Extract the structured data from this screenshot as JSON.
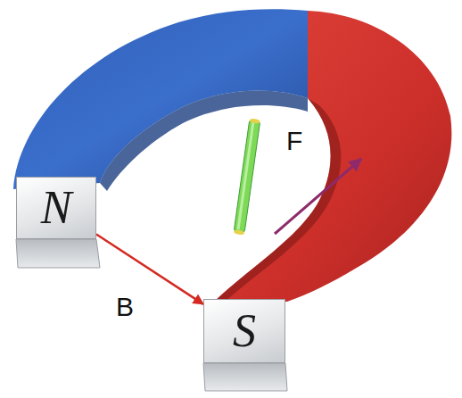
{
  "diagram": {
    "nodes": [
      {
        "text": [
          "N"
        ]
      },
      {
        "text": [
          "S"
        ]
      }
    ],
    "edges": [
      {
        "from": 0,
        "to": 1,
        "arrow": "to",
        "label": "B"
      }
    ],
    "labels": [
      "F"
    ]
  }
}
